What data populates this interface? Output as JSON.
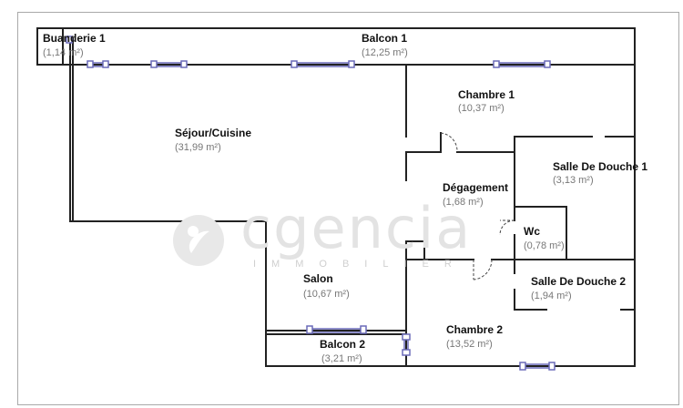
{
  "rooms": {
    "buanderie_1": {
      "name": "Buanderie 1",
      "area": "(1,14 m²)"
    },
    "balcon_1": {
      "name": "Balcon 1",
      "area": "(12,25 m²)"
    },
    "chambre_1": {
      "name": "Chambre 1",
      "area": "(10,37 m²)"
    },
    "sejour_cuisine": {
      "name": "Séjour/Cuisine",
      "area": "(31,99 m²)"
    },
    "salle_de_douche_1": {
      "name": "Salle De Douche 1",
      "area": "(3,13 m²)"
    },
    "degagement": {
      "name": "Dégagement",
      "area": "(1,68 m²)"
    },
    "wc": {
      "name": "Wc",
      "area": "(0,78 m²)"
    },
    "salon": {
      "name": "Salon",
      "area": "(10,67 m²)"
    },
    "salle_de_douche_2": {
      "name": "Salle De Douche 2",
      "area": "(1,94 m²)"
    },
    "chambre_2": {
      "name": "Chambre 2",
      "area": "(13,52 m²)"
    },
    "balcon_2": {
      "name": "Balcon 2",
      "area": "(3,21 m²)"
    }
  },
  "watermark": {
    "brand": "cgencia",
    "sub": "IMMOBILIER"
  },
  "colors": {
    "wall": "#222222",
    "window": "#6a6ab8",
    "watermark": "#dddddd"
  }
}
